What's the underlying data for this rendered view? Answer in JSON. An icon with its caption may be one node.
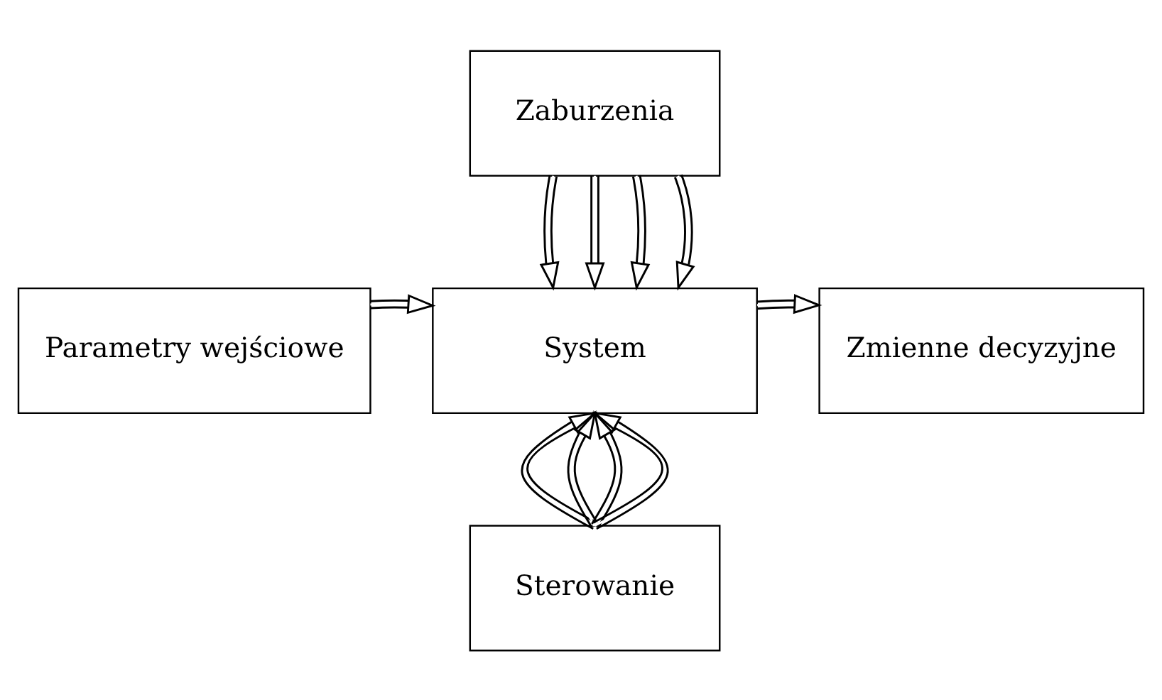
{
  "diagram": {
    "nodes": [
      {
        "text": [
          "Zaburzenia"
        ]
      },
      {
        "text": [
          "Parametry wejściowe"
        ]
      },
      {
        "text": [
          "System"
        ]
      },
      {
        "text": [
          "Zmienne decyzyjne"
        ]
      },
      {
        "text": [
          "Sterowanie"
        ]
      }
    ],
    "edges": [
      {
        "from": 0,
        "to": 2,
        "arrow": "to"
      },
      {
        "from": 0,
        "to": 2,
        "arrow": "to"
      },
      {
        "from": 0,
        "to": 2,
        "arrow": "to"
      },
      {
        "from": 0,
        "to": 2,
        "arrow": "to"
      },
      {
        "from": 1,
        "to": 2,
        "arrow": "to"
      },
      {
        "from": 2,
        "to": 3,
        "arrow": "to"
      },
      {
        "from": 4,
        "to": 2,
        "arrow": "to"
      },
      {
        "from": 4,
        "to": 2,
        "arrow": "to"
      },
      {
        "from": 4,
        "to": 2,
        "arrow": "to"
      },
      {
        "from": 4,
        "to": 2,
        "arrow": "to"
      }
    ]
  }
}
